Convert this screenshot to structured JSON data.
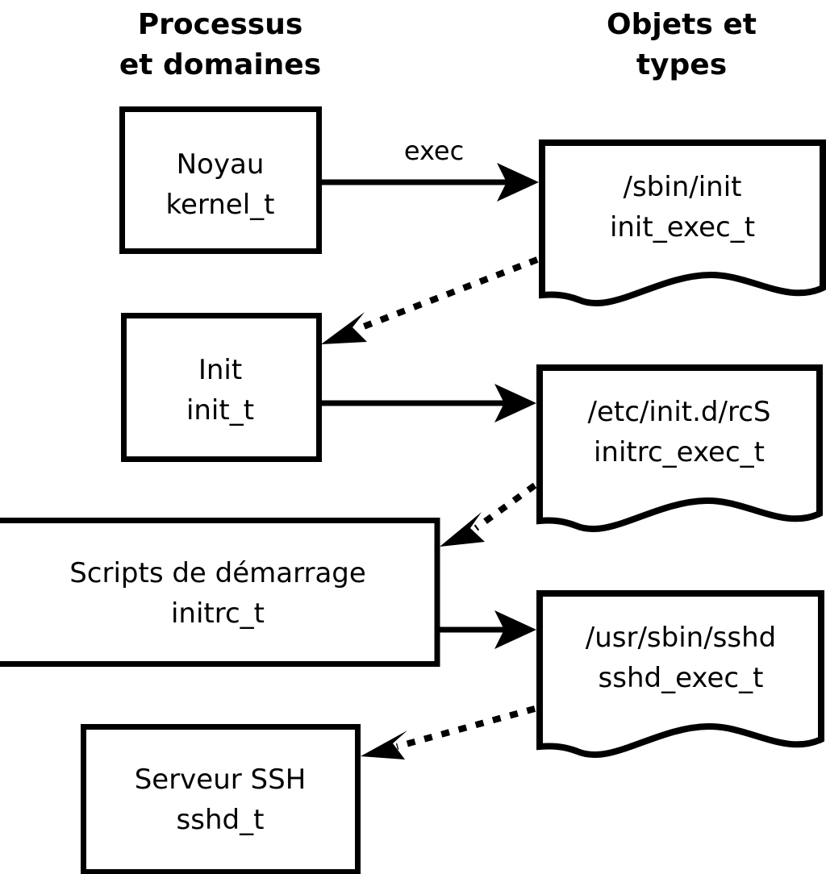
{
  "diagram": {
    "title_left": {
      "line1": "Processus",
      "line2": "et domaines"
    },
    "title_right": {
      "line1": "Objets et",
      "line2": "types"
    },
    "processes": [
      {
        "id": "kernel",
        "line1": "Noyau",
        "line2": "kernel_t"
      },
      {
        "id": "init",
        "line1": "Init",
        "line2": "init_t"
      },
      {
        "id": "initrc",
        "line1": "Scripts de démarrage",
        "line2": "initrc_t"
      },
      {
        "id": "sshd",
        "line1": "Serveur SSH",
        "line2": "sshd_t"
      }
    ],
    "objects": [
      {
        "id": "init_exec",
        "line1": "/sbin/init",
        "line2": "init_exec_t"
      },
      {
        "id": "initrc_exec",
        "line1": "/etc/init.d/rcS",
        "line2": "initrc_exec_t"
      },
      {
        "id": "sshd_exec",
        "line1": "/usr/sbin/sshd",
        "line2": "sshd_exec_t"
      }
    ],
    "edges": [
      {
        "id": "kernel-exec-init_exec",
        "label": "exec",
        "style": "solid",
        "from": "kernel",
        "to": "init_exec"
      },
      {
        "id": "init_exec-transition-init",
        "label": "",
        "style": "dashed",
        "from": "init_exec",
        "to": "init"
      },
      {
        "id": "init-exec-initrc_exec",
        "label": "",
        "style": "solid",
        "from": "init",
        "to": "initrc_exec"
      },
      {
        "id": "initrc_exec-transition-initrc",
        "label": "",
        "style": "dashed",
        "from": "initrc_exec",
        "to": "initrc"
      },
      {
        "id": "initrc-exec-sshd_exec",
        "label": "",
        "style": "solid",
        "from": "initrc",
        "to": "sshd_exec"
      },
      {
        "id": "sshd_exec-transition-sshd",
        "label": "",
        "style": "dashed",
        "from": "sshd_exec",
        "to": "sshd"
      }
    ],
    "colors": {
      "background": "#ffffff",
      "stroke": "#000000",
      "text": "#000000",
      "fill": "#ffffff"
    }
  }
}
